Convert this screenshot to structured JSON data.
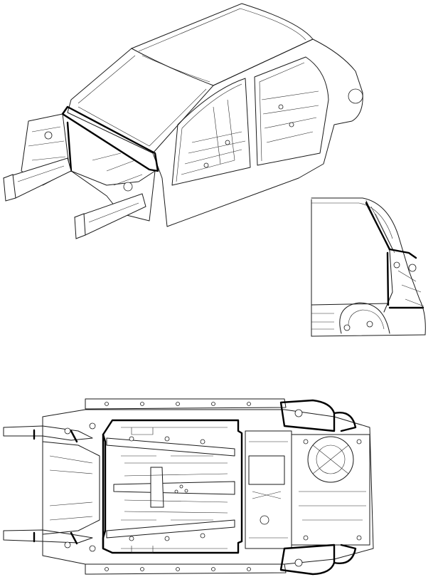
{
  "diagram": {
    "views": [
      {
        "id": "isometric-body-in-white",
        "label": ""
      },
      {
        "id": "rear-quarter-side-detail",
        "label": ""
      },
      {
        "id": "underbody-bottom-view",
        "label": ""
      }
    ],
    "colors": {
      "line": "#1a1a1a",
      "highlight": "#000000",
      "background": "#ffffff"
    }
  }
}
